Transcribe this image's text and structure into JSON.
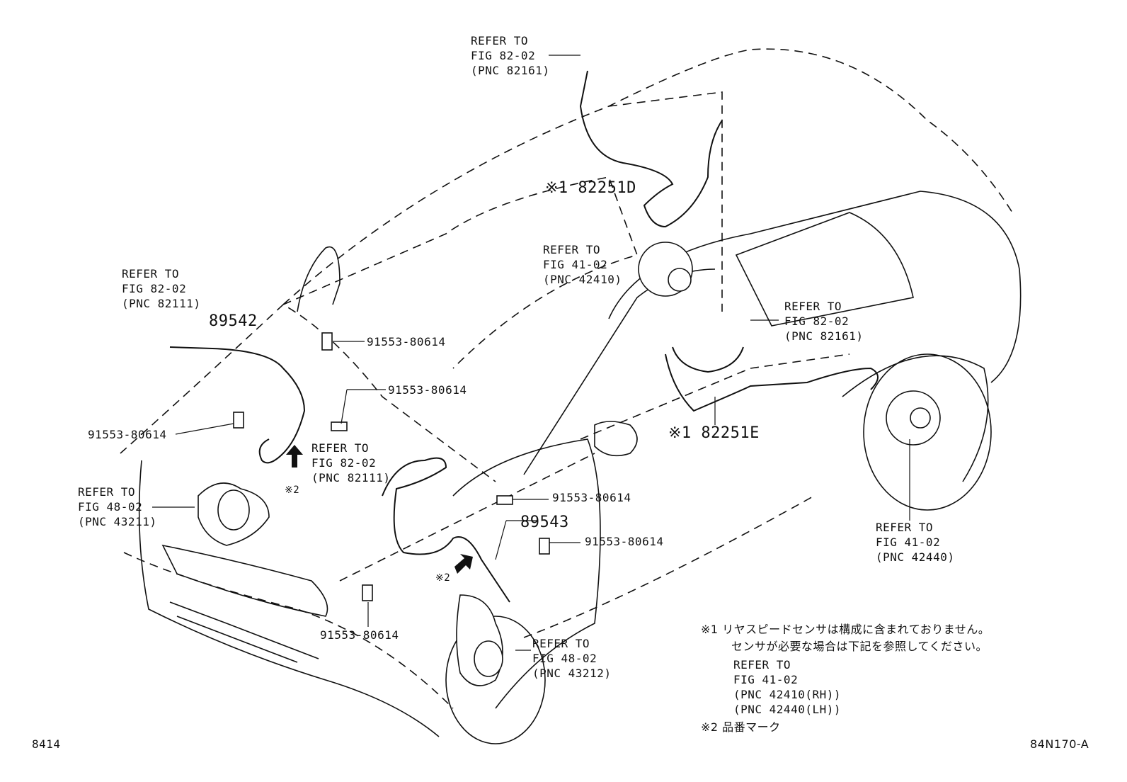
{
  "diagram": {
    "labels": {
      "refer_82161_top": "REFER TO\nFIG 82-02\n(PNC 82161)",
      "part_82251D": "※1 82251D",
      "refer_42410": "REFER TO\nFIG 41-02\n(PNC 42410)",
      "refer_82111_left": "REFER TO\nFIG 82-02\n(PNC 82111)",
      "part_89542": "89542",
      "bolt_1": "91553-80614",
      "bolt_2": "91553-80614",
      "bolt_3": "91553-80614",
      "refer_82111_mid": "REFER TO\nFIG 82-02\n(PNC 82111)",
      "mark_2_a": "※2",
      "refer_43211": "REFER TO\nFIG 48-02\n(PNC 43211)",
      "refer_82161_right": "REFER TO\nFIG 82-02\n(PNC 82161)",
      "part_82251E": "※1 82251E",
      "bolt_4": "91553-80614",
      "part_89543": "89543",
      "bolt_5": "91553-80614",
      "mark_2_b": "※2",
      "bolt_6": "91553-80614",
      "refer_43212": "REFER TO\nFIG 48-02\n(PNC 43212)",
      "refer_42440": "REFER TO\nFIG 41-02\n(PNC 42440)"
    },
    "notes": {
      "note1_line1": "※1 リヤスピードセンサは構成に含まれておりません。",
      "note1_line2": "センサが必要な場合は下記を参照してください。",
      "note1_ref": "REFER TO\nFIG 41-02\n(PNC 42410(RH))\n(PNC 42440(LH))",
      "note2": "※2 品番マーク"
    },
    "footer": {
      "left_code": "8414",
      "right_code": "84N170-A"
    }
  }
}
